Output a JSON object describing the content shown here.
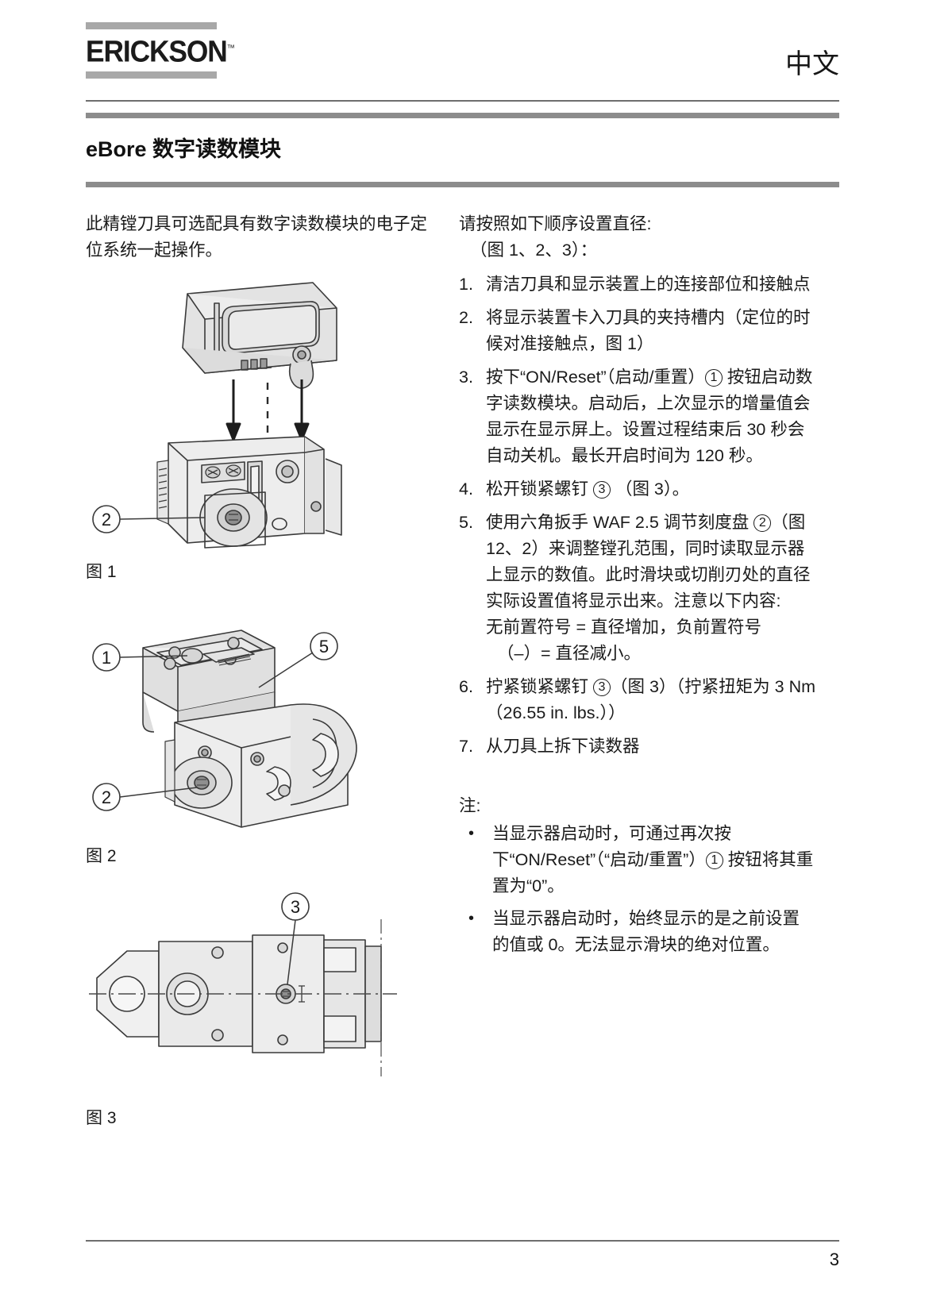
{
  "header": {
    "logo_text": "ERICKSON",
    "logo_tm": "™",
    "language": "中文"
  },
  "title": {
    "product": "eBore",
    "full": "eBore 数字读数模块",
    "suffix": " 数字读数模块"
  },
  "left_column": {
    "intro": "此精镗刀具可选配具有数字读数模块的电子定位系统一起操作。",
    "figures": [
      {
        "caption": "图 1",
        "callouts": [
          "2"
        ]
      },
      {
        "caption": "图 2",
        "callouts": [
          "1",
          "5",
          "2"
        ]
      },
      {
        "caption": "图 3",
        "callouts": [
          "3"
        ]
      }
    ]
  },
  "right_column": {
    "lead": "请按照如下顺序设置直径:",
    "lead_sub": "（图 1、2、3）：",
    "steps": [
      {
        "num": "1.",
        "text": "清洁刀具和显示装置上的连接部位和接触点"
      },
      {
        "num": "2.",
        "text": "将显示装置卡入刀具的夹持槽内（定位的时候对准接触点，图 1）"
      },
      {
        "num": "3.",
        "pre": "按下“ON/Reset”（启动/重置）",
        "circle": "1",
        "post": " 按钮启动数字读数模块。启动后，上次显示的增量值会显示在显示屏上。设置过程结束后 30 秒会自动关机。最长开启时间为 120 秒。"
      },
      {
        "num": "4.",
        "pre": "松开锁紧螺钉 ",
        "circle": "3",
        "post": " （图 3）。"
      },
      {
        "num": "5.",
        "pre": "使用六角扳手 WAF 2.5 调节刻度盘 ",
        "circle": "2",
        "post": "（图 12、2）来调整镗孔范围，同时读取显示器上显示的数值。此时滑块或切削刃处的直径实际设置值将显示出来。注意以下内容:",
        "extra_lines": [
          "无前置符号 = 直径增加，负前置符号",
          "（–）= 直径减小。"
        ]
      },
      {
        "num": "6.",
        "pre": "拧紧锁紧螺钉 ",
        "circle": "3",
        "post": "（图 3）（拧紧扭矩为 3 Nm（26.55 in. lbs.））"
      },
      {
        "num": "7.",
        "text": "从刀具上拆下读数器"
      }
    ],
    "notes_heading": "注:",
    "notes": [
      {
        "bullet": "•",
        "pre": "当显示器启动时，可通过再次按下“ON/Reset”（“启动/重置”）",
        "circle": "1",
        "post": " 按钮将其重置为“0”。"
      },
      {
        "bullet": "•",
        "text": "当显示器启动时，始终显示的是之前设置的值或 0。无法显示滑块的绝对位置。"
      }
    ]
  },
  "footer": {
    "page_number": "3"
  },
  "colors": {
    "rule_gray": "#8c8c8c",
    "logo_bar": "#a8a8a8",
    "text": "#1a1a1a",
    "line_art": "#3a3a3a",
    "fill_light": "#e8e8e8",
    "fill_mid": "#d4d4d4"
  }
}
